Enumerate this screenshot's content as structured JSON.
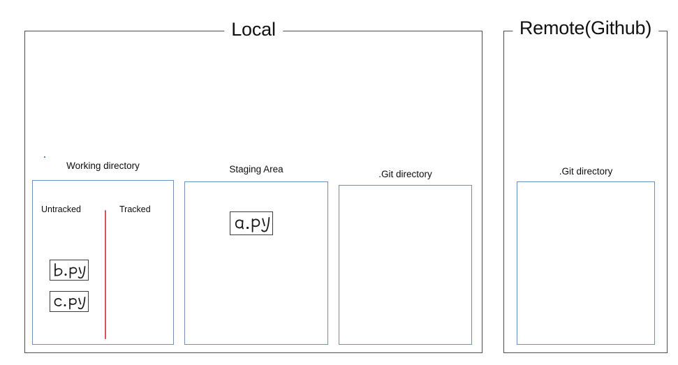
{
  "diagram": {
    "title_semantics": "git-workflow-areas",
    "groups": [
      {
        "id": "local",
        "label": "Local"
      },
      {
        "id": "remote",
        "label": "Remote(Github)"
      }
    ],
    "areas": [
      {
        "id": "working-directory",
        "label": "Working directory",
        "group": "local",
        "columns": [
          {
            "id": "untracked",
            "label": "Untracked"
          },
          {
            "id": "tracked",
            "label": "Tracked"
          }
        ],
        "divider_color": "#d9534f",
        "files": [
          {
            "name": "b.py",
            "column": "untracked"
          },
          {
            "name": "c.py",
            "column": "untracked"
          }
        ]
      },
      {
        "id": "staging-area",
        "label": "Staging Area",
        "group": "local",
        "files": [
          {
            "name": "a.py"
          }
        ]
      },
      {
        "id": "git-directory-local",
        "label": ".Git directory",
        "group": "local",
        "files": []
      },
      {
        "id": "git-directory-remote",
        "label": ".Git directory",
        "group": "remote",
        "files": []
      }
    ],
    "colors": {
      "panel_border": "#6f91b8",
      "group_border": "#4d4d4d",
      "divider": "#d9534f",
      "chip_border": "#3d3d3d",
      "background": "#ffffff",
      "text": "#0d0d0d"
    }
  }
}
